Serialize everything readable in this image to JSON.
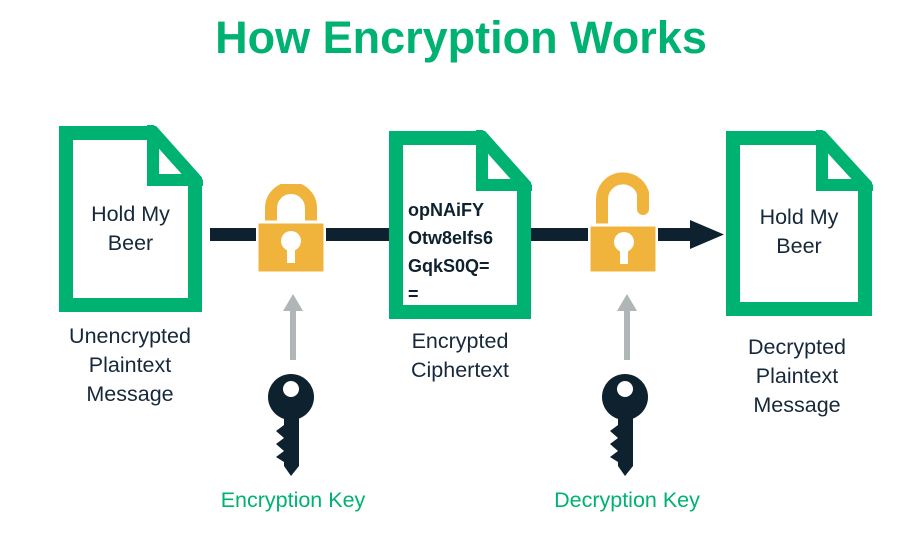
{
  "title": "How Encryption Works",
  "colors": {
    "green": "#00B272",
    "yellow": "#F0B43C",
    "navy": "#0E212F",
    "gray": "#B0B5B8",
    "text": "#16283A"
  },
  "flow": {
    "documents": [
      {
        "id": "plaintext-document",
        "content_lines": [
          "Hold My",
          "Beer"
        ],
        "label_lines": [
          "Unencrypted",
          "Plaintext",
          "Message"
        ]
      },
      {
        "id": "ciphertext-document",
        "content_lines": [
          "opNAiFY",
          "Otw8eIfs6",
          "GqkS0Q=",
          "="
        ],
        "label_lines": [
          "Encrypted",
          "Ciphertext"
        ]
      },
      {
        "id": "decrypted-document",
        "content_lines": [
          "Hold My",
          "Beer"
        ],
        "label_lines": [
          "Decrypted",
          "Plaintext",
          "Message"
        ]
      }
    ],
    "locks": [
      {
        "id": "encryption-lock",
        "state": "locked"
      },
      {
        "id": "decryption-lock",
        "state": "unlocked"
      }
    ],
    "keys": [
      {
        "label": "Encryption Key"
      },
      {
        "label": "Decryption Key"
      }
    ]
  }
}
